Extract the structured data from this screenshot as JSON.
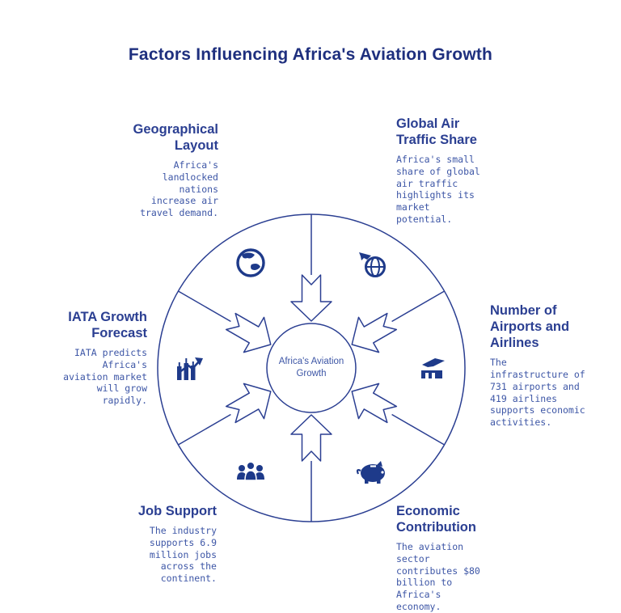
{
  "title": "Factors Influencing Africa's Aviation Growth",
  "center": {
    "label": "Africa's Aviation Growth"
  },
  "colors": {
    "primary": "#1e3a8a",
    "heading": "#2b3f92",
    "body_text": "#3d56a6"
  },
  "factors": [
    {
      "title": "Geographical Layout",
      "description": "Africa's landlocked nations increase air travel demand.",
      "icon": "globe-icon"
    },
    {
      "title": "Global Air Traffic Share",
      "description": "Africa's small share of global air traffic highlights its market potential.",
      "icon": "globe-plane-icon"
    },
    {
      "title": "Number of Airports and Airlines",
      "description": "The infrastructure of 731 airports and 419 airlines supports economic activities.",
      "icon": "airport-plane-icon"
    },
    {
      "title": "IATA Growth Forecast",
      "description": "IATA predicts Africa's aviation market will grow rapidly.",
      "icon": "growth-chart-icon"
    },
    {
      "title": "Job Support",
      "description": "The industry supports 6.9 million jobs across the continent.",
      "icon": "people-icon"
    },
    {
      "title": "Economic Contribution",
      "description": "The aviation sector contributes $80 billion to Africa's economy.",
      "icon": "piggy-bank-icon"
    }
  ]
}
